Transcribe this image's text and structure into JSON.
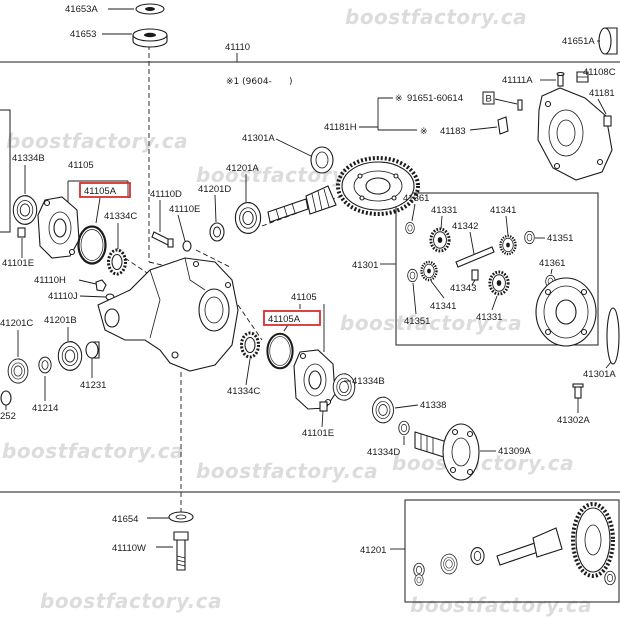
{
  "diagram": {
    "effectivity_note": "※1 (9604-      )",
    "reference_mark": "※",
    "callout_box": "B",
    "watermark": "boostfactory.ca",
    "labels": [
      "41653A",
      "41653",
      "41110",
      "41651A",
      "41111A",
      "41108C",
      "41181",
      "91651-60614",
      "41181H",
      "41183",
      "41301A",
      "41334B",
      "41105",
      "41105A",
      "41201A",
      "41110D",
      "41201D",
      "41110E",
      "41334C",
      "41361",
      "41331",
      "41341",
      "41342",
      "41351",
      "41301",
      "41101E",
      "41110H",
      "41110J",
      "41361",
      "41343",
      "41341",
      "41105",
      "41105A",
      "41351",
      "41331",
      "41201C",
      "41201B",
      "41334C",
      "41301A",
      "41334B",
      "41231",
      "252",
      "41214",
      "41338",
      "41302A",
      "41101E",
      "41334D",
      "41309A",
      "41654",
      "41201",
      "41110W"
    ]
  },
  "colors": {
    "highlight": "#d62f2f",
    "ink": "#1b1b1b",
    "watermark": "#dcdcdc",
    "background": "#ffffff"
  }
}
